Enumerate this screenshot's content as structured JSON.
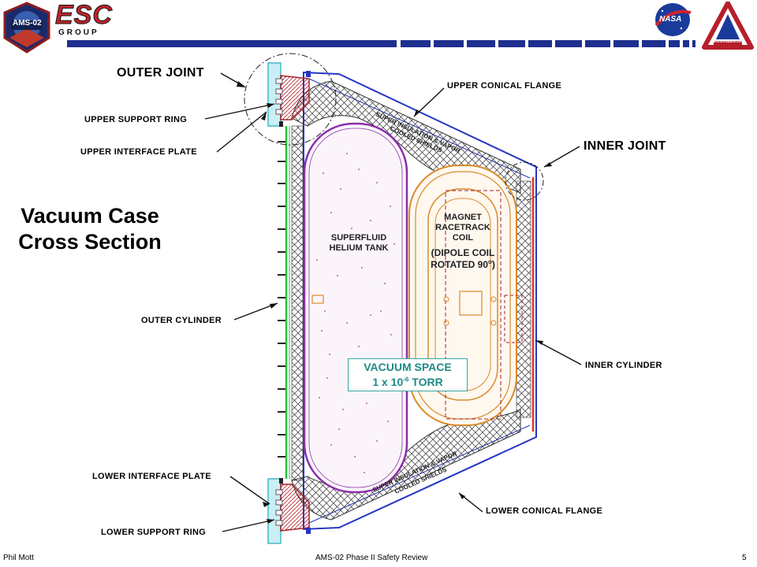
{
  "header": {
    "logo_left_text": "AMS-02",
    "logo_group_top": "ESC",
    "logo_group_bottom": "GROUP",
    "logo_nasa_text": "NASA",
    "logo_eng_text": "ENGINEERING"
  },
  "title": {
    "line1": "Vacuum Case",
    "line2": "Cross Section"
  },
  "labels": {
    "outer_joint": "OUTER JOINT",
    "upper_support_ring": "UPPER SUPPORT RING",
    "upper_interface_plate": "UPPER INTERFACE PLATE",
    "upper_conical_flange": "UPPER CONICAL  FLANGE",
    "inner_joint": "INNER JOINT",
    "outer_cylinder": "OUTER CYLINDER",
    "inner_cylinder": "INNER CYLINDER",
    "lower_interface_plate": "LOWER INTERFACE PLATE",
    "lower_support_ring": "LOWER SUPPORT RING",
    "lower_conical_flange": "LOWER CONICAL  FLANGE"
  },
  "diagram": {
    "superfluid_line1": "SUPERFLUID",
    "superfluid_line2": "HELIUM TANK",
    "magnet_line1": "MAGNET",
    "magnet_line2": "RACETRACK",
    "magnet_line3": "COIL",
    "magnet_line4": "(DIPOLE COIL",
    "magnet_line5_pre": "ROTATED 90",
    "magnet_line5_sup": "o",
    "magnet_line5_post": ")",
    "insulation_upper_1": "SUPER INSULATION & VAPOR",
    "insulation_upper_2": "COOLED SHIELDS",
    "insulation_lower_1": "SUPER INSULATION & VAPOR",
    "insulation_lower_2": "COOLED SHIELDS",
    "vacuum_line1": "VACUUM SPACE",
    "vacuum_line2_pre": "1 x 10",
    "vacuum_line2_sup": "-6",
    "vacuum_line2_post": " TORR"
  },
  "footer": {
    "author": "Phil Mott",
    "center": "AMS-02 Phase II Safety Review",
    "page": "5"
  },
  "colors": {
    "header_bar": "#1f2f8f",
    "outer_cylinder": "#27c43a",
    "tank": "#8a2fa8",
    "coil": "#d98a2a",
    "inner_cylinder": "#e3342f",
    "flange": "#2535c4",
    "support": "#a0232b",
    "plate": "#47b8c8",
    "vacuum_box": "#3aa6a0"
  }
}
